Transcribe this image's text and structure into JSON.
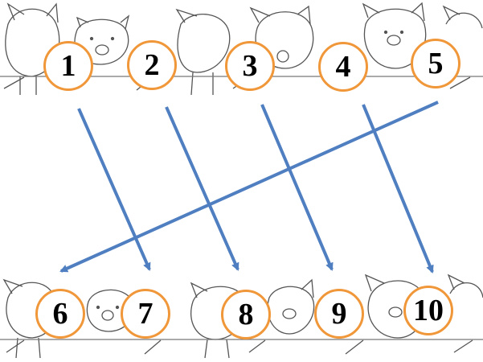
{
  "colors": {
    "circle_border": "#f0973a",
    "arrow": "#4f7fc0",
    "pig_outline": "#555555"
  },
  "top_row": {
    "numbers": [
      "1",
      "2",
      "3",
      "4",
      "5"
    ]
  },
  "bottom_row": {
    "numbers": [
      "6",
      "7",
      "8",
      "9",
      "10"
    ]
  },
  "arrows": [
    {
      "from": "1",
      "to": "7"
    },
    {
      "from": "2",
      "to": "8"
    },
    {
      "from": "3",
      "to": "9"
    },
    {
      "from": "4",
      "to": "10"
    },
    {
      "from": "5",
      "to": "6"
    }
  ]
}
